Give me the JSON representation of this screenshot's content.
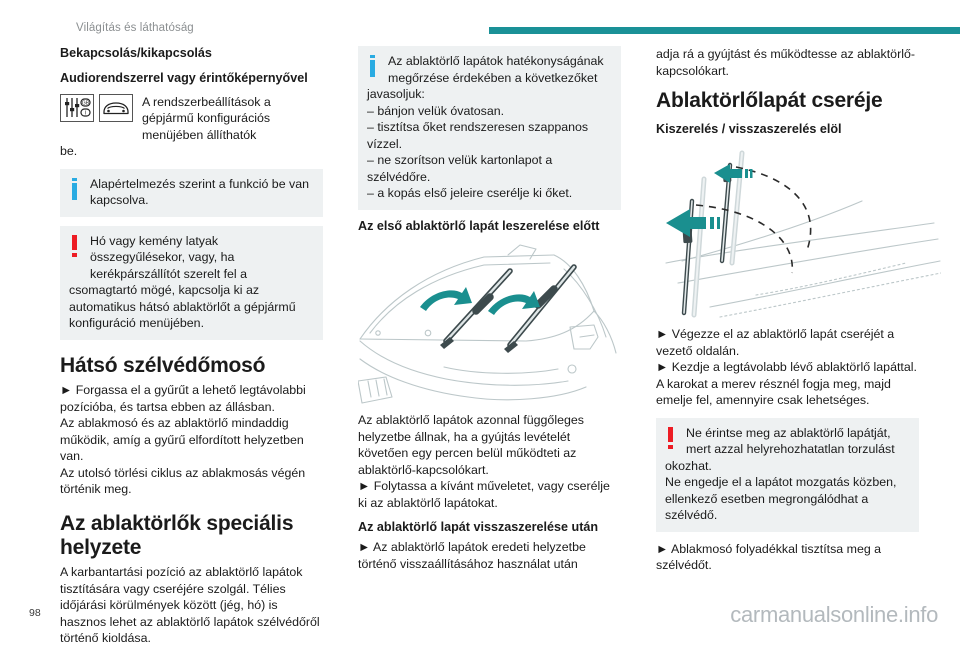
{
  "header": {
    "chapter_title": "Világítás és láthatóság",
    "bar_color": "#1a9197"
  },
  "footer": {
    "page_number": "98",
    "watermark": "carmanualsonline.info"
  },
  "colors": {
    "info_icon": "#29abe2",
    "warning_icon": "#ed1c24",
    "callout_background": "#eef1f2",
    "figure_accent": "#1a8f8f",
    "figure_line": "#b9c4c6"
  },
  "column1": {
    "heading1": "Bekapcsolás/kikapcsolás",
    "heading2": "Audiorendszerrel vagy érintőképernyővel",
    "icon_text": "A rendszerbeállítások a gépjármű konfigurációs menüjében állíthatók",
    "icon_text_after": "be.",
    "icons": [
      "settings-sliders-icon",
      "vehicle-front-icon"
    ],
    "info_callout": "Alapértelmezés szerint a funkció be van kapcsolva.",
    "warning_callout_lead": "Hó vagy kemény latyak összegyűlésekor, vagy, ha kerékpárszállítót szerelt fel a",
    "warning_callout_rest": "csomagtartó mögé, kapcsolja ki az automatikus hátsó ablaktörlőt a gépjármű konfiguráció menüjében.",
    "heading3": "Hátsó szélvédőmosó",
    "para1": "► Forgassa el a gyűrűt a lehető legtávolabbi pozícióba, és tartsa ebben az állásban.",
    "para2": "Az ablakmosó és az ablaktörlő mindaddig működik, amíg a gyűrű elfordított helyzetben van.",
    "para3": "Az utolsó törlési ciklus az ablakmosás végén történik meg.",
    "heading4": "Az ablaktörlők speciális helyzete",
    "para4": "A karbantartási pozíció az ablaktörlő lapátok tisztítására vagy cseréjére szolgál. Télies időjárási körülmények között (jég, hó) is hasznos lehet az ablaktörlő lapátok szélvédőről történő kioldása."
  },
  "column2": {
    "info_callout_lead": "Az ablaktörlő lapátok hatékonyságának megőrzése érdekében a következőket",
    "info_callout_rest": "javasoljuk:",
    "info_items": [
      "– bánjon velük óvatosan.",
      "– tisztítsa őket rendszeresen szappanos vízzel.",
      "– ne szorítson velük kartonlapot a szélvédőre.",
      "– a kopás első jeleire cserélje ki őket."
    ],
    "heading1": "Az első ablaktörlő lapát leszerelése előtt",
    "figure_name": "windshield-wipers-raise-figure",
    "para1": "Az ablaktörlő lapátok azonnal függőleges helyzetbe állnak, ha a gyújtás levételét követően egy percen belül működteti az ablaktörlő-kapcsolókart.",
    "para2": "► Folytassa a kívánt műveletet, vagy cserélje ki az ablaktörlő lapátokat.",
    "heading2": "Az ablaktörlő lapát visszaszerelése után",
    "para3": "► Az ablaktörlő lapátok eredeti helyzetbe történő visszaállításához használat után"
  },
  "column3": {
    "para_top": "adja rá a gyújtást és működtesse az ablaktörlő-kapcsolókart.",
    "heading1": "Ablaktörlőlapát cseréje",
    "heading2": "Kiszerelés / visszaszerelés elöl",
    "figure_name": "wiper-blade-removal-figure",
    "para1": "► Végezze el az ablaktörlő lapát cseréjét a vezető oldalán.",
    "para2": "► Kezdje a legtávolabb lévő ablaktörlő lapáttal.",
    "para3": "A karokat a merev résznél fogja meg, majd emelje fel, amennyire csak lehetséges.",
    "warning_callout_lead": "Ne érintse meg az ablaktörlő lapátját, mert azzal helyrehozhatatlan torzulást",
    "warning_callout_rest": "okozhat.",
    "warning_callout_rest2": "Ne engedje el a lapátot mozgatás közben, ellenkező esetben megrongálódhat a szélvédő.",
    "para4": "► Ablakmosó folyadékkal tisztítsa meg a szélvédőt."
  }
}
